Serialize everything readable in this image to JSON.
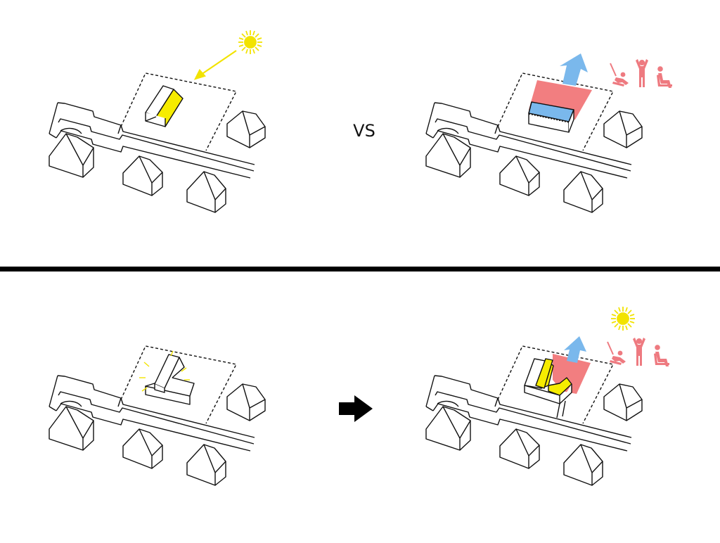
{
  "labels": {
    "versus": "VS"
  },
  "colors": {
    "line": "#111111",
    "sun": "#f2e300",
    "volume_yellow": "#f6ec00",
    "courtyard_red": "#f27e80",
    "arrow_blue": "#7ab8ec",
    "people_pink": "#ee7a80",
    "panel_divider": "#000000"
  },
  "panels": [
    {
      "id": "top-left",
      "elements": [
        "site-plot",
        "road",
        "houses",
        "elongated-block",
        "sun-icon",
        "sunlight-arrow"
      ]
    },
    {
      "id": "top-right",
      "elements": [
        "site-plot",
        "road",
        "houses",
        "courtyard",
        "low-block",
        "up-arrow",
        "people-icons"
      ]
    },
    {
      "id": "bottom-left",
      "elements": [
        "site-plot",
        "road",
        "houses",
        "t-shaped-block",
        "glow-rays"
      ]
    },
    {
      "id": "bottom-right",
      "elements": [
        "site-plot",
        "road",
        "houses",
        "courtyard",
        "folded-block",
        "up-arrow",
        "sun-icon",
        "people-icons"
      ]
    }
  ],
  "icons": {
    "sun": "sun-icon",
    "solution_arrow": "right-arrow-icon",
    "people": [
      "swing-icon",
      "standing-person-icon",
      "sitting-person-icon"
    ]
  }
}
